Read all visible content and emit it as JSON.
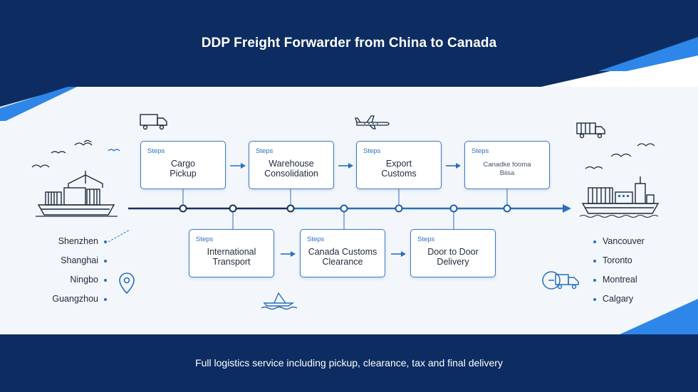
{
  "title": "DDP Freight Forwarder from China to Canada",
  "footer": "Full logistics service including pickup, clearance, tax and final delivery",
  "steps_top": [
    {
      "tag": "Steps",
      "label": "Cargo\nPickup"
    },
    {
      "tag": "Steps",
      "label": "Warehouse\nConsolidation"
    },
    {
      "tag": "Steps",
      "label": "Export\nCustoms"
    },
    {
      "tag": "Steps",
      "label": "Canadke fooma\nBiisa"
    }
  ],
  "steps_bottom": [
    {
      "tag": "Steps",
      "label": "International\nTransport"
    },
    {
      "tag": "Steps",
      "label": "Canada Customs\nClearance"
    },
    {
      "tag": "Steps",
      "label": "Door to Door\nDelivery"
    }
  ],
  "origin_cities": [
    "Shenzhen",
    "Shanghai",
    "Ningbo",
    "Guangzhou"
  ],
  "destination_cities": [
    "Vancouver",
    "Toronto",
    "Montreal",
    "Calgary"
  ],
  "colors": {
    "navy": "#0d2d62",
    "accent_blue": "#2a6fc0",
    "bright_blue": "#2e86e8",
    "panel": "#f4f7fb"
  },
  "icons": {
    "truck_top_left": "truck-icon",
    "plane_top": "airplane-icon",
    "truck_top_right": "truck-icon",
    "ship_left": "cargo-ship-icon",
    "ship_right": "cargo-ship-icon",
    "location": "location-pin-icon",
    "delivery_truck": "delivery-truck-icon",
    "boat_bottom": "boat-icon"
  }
}
